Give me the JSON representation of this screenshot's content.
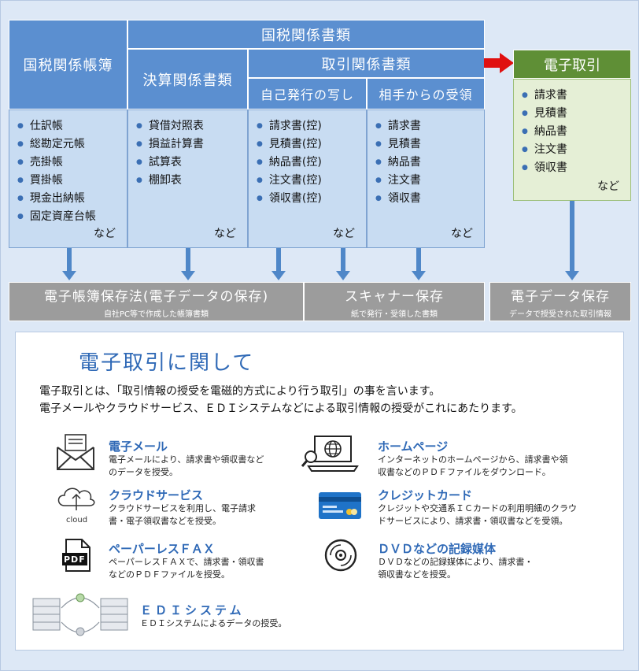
{
  "header": {
    "kokuzei_choubo": "国税関係帳簿",
    "kokuzei_shorui": "国税関係書類",
    "kessan": "決算関係書類",
    "torihiki": "取引関係書類",
    "jiko": "自己発行の写し",
    "aite": "相手からの受領",
    "denshi": "電子取引"
  },
  "lists": {
    "choubo": [
      "仕訳帳",
      "総勘定元帳",
      "売掛帳",
      "買掛帳",
      "現金出納帳",
      "固定資産台帳"
    ],
    "kessan": [
      "貸借対照表",
      "損益計算書",
      "試算表",
      "棚卸表"
    ],
    "jiko": [
      "請求書(控)",
      "見積書(控)",
      "納品書(控)",
      "注文書(控)",
      "領収書(控)"
    ],
    "aite": [
      "請求書",
      "見積書",
      "納品書",
      "注文書",
      "領収書"
    ],
    "denshi": [
      "請求書",
      "見積書",
      "納品書",
      "注文書",
      "領収書"
    ],
    "nado": "など"
  },
  "storage": {
    "law_title": "電子帳簿保存法(電子データの保存)",
    "law_sub": "自社PC等で作成した帳簿書類",
    "scanner_title": "スキャナー保存",
    "scanner_sub": "紙で発行・受領した書類",
    "data_title": "電子データ保存",
    "data_sub": "データで授受された取引情報"
  },
  "section": {
    "title": "電子取引に関して",
    "intro1": "電子取引とは、「取引情報の授受を電磁的方式により行う取引」の事を言います。",
    "intro2": "電子メールやクラウドサービス、ＥＤＩシステムなどによる取引情報の授受がこれにあたります。"
  },
  "items": {
    "email": {
      "title": "電子メール",
      "d1": "電子メールにより、請求書や領収書など",
      "d2": "のデータを授受。"
    },
    "homepage": {
      "title": "ホームページ",
      "d1": "インターネットのホームページから、請求書や領",
      "d2": "収書などのＰＤＦファイルをダウンロード。"
    },
    "cloud": {
      "title": "クラウドサービス",
      "d1": "クラウドサービスを利用し、電子請求",
      "d2": "書・電子領収書などを授受。",
      "icon_label": "cloud"
    },
    "credit": {
      "title": "クレジットカード",
      "d1": "クレジットや交通系ＩＣカードの利用明細のクラウ",
      "d2": "ドサービスにより、請求書・領収書などを受領。"
    },
    "fax": {
      "title": "ペーパーレスＦＡＸ",
      "d1": "ペーパーレスＦＡＸで、請求書・領収書",
      "d2": "などのＰＤＦファイルを授受。",
      "icon_label": "PDF"
    },
    "dvd": {
      "title": "ＤＶＤなどの記録媒体",
      "d1": "ＤＶＤなどの記録媒体により、請求書・",
      "d2": "領収書などを授受。"
    },
    "edi": {
      "title": "ＥＤＩシステム",
      "d1": "ＥＤＩシステムによるデータの授受。"
    }
  },
  "colors": {
    "blue_header": "#5b8fd0",
    "green_header": "#5f8f36",
    "red_arrow": "#e01010",
    "title_blue": "#2f69b6"
  }
}
